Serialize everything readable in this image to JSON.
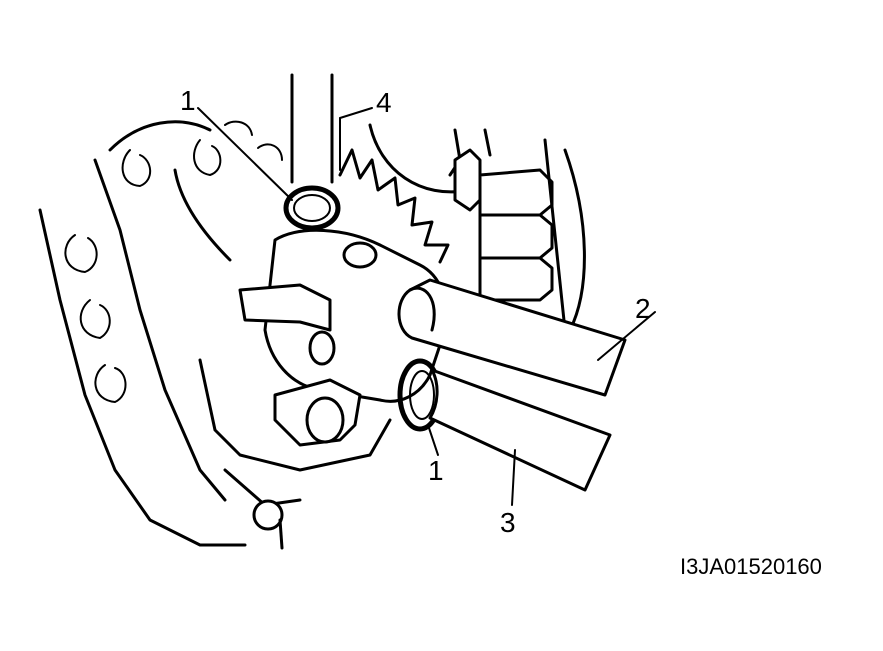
{
  "callouts": {
    "c1_top": "1",
    "c4": "4",
    "c2": "2",
    "c1_bottom": "1",
    "c3": "3"
  },
  "figure_code": "I3JA01520160"
}
